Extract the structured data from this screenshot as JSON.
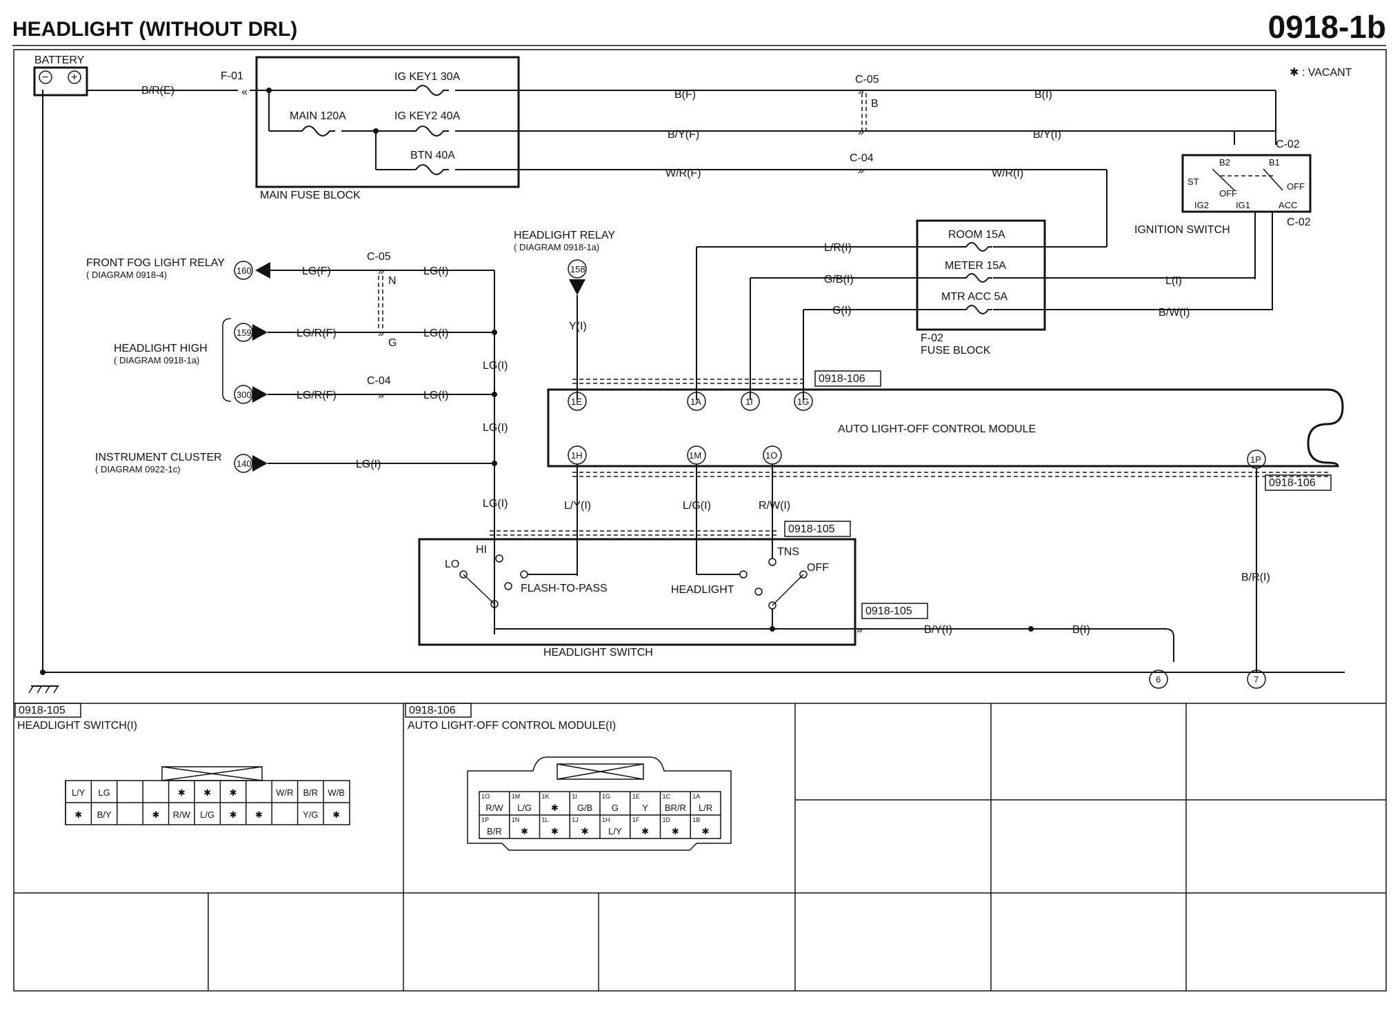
{
  "title": "HEADLIGHT (WITHOUT DRL)",
  "code": "0918-1b",
  "vacant_note": "✱ : VACANT",
  "battery": "BATTERY",
  "main_fuse_block": "MAIN FUSE BLOCK",
  "f01": "F-01",
  "fuses": {
    "igkey1": "IG KEY1 30A",
    "main": "MAIN 120A",
    "igkey2": "IG KEY2 40A",
    "btn": "BTN 40A"
  },
  "wires": {
    "br_e": "B/R(E)",
    "b_f": "B(F)",
    "by_f": "B/Y(F)",
    "wr_f": "W/R(F)",
    "b_i": "B(I)",
    "by_i": "B/Y(I)",
    "wr_i": "W/R(I)",
    "lr_i": "L/R(I)",
    "gb_i": "G/B(I)",
    "g_i": "G(I)",
    "l_i": "L(I)",
    "bw_i": "B/W(I)",
    "lg_f": "LG(F)",
    "lg_i": "LG(I)",
    "lgr_f": "LG/R(F)",
    "y_i": "Y(I)",
    "ly_i": "L/Y(I)",
    "lgg_i": "L/G(I)",
    "rw_i": "R/W(I)",
    "br_i": "B/R(I)",
    "by_i2": "B/Y(I)",
    "b_i2": "B(I)"
  },
  "connectors": {
    "c05": "C-05",
    "c04": "C-04",
    "c02": "C-02",
    "b": "B",
    "n": "N",
    "g": "G"
  },
  "ignition": {
    "label": "IGNITION SWITCH",
    "b2": "B2",
    "b1": "B1",
    "st": "ST",
    "off": "OFF",
    "ig2": "IG2",
    "ig1": "IG1",
    "acc": "ACC"
  },
  "fuse_block2": {
    "room": "ROOM 15A",
    "meter": "METER 15A",
    "mtr": "MTR ACC 5A",
    "id": "F-02",
    "name": "FUSE BLOCK"
  },
  "refs": {
    "fog": "FRONT FOG LIGHT RELAY",
    "fog_d": "( DIAGRAM 0918-4)",
    "high": "HEADLIGHT HIGH",
    "high_d": "( DIAGRAM 0918-1a)",
    "relay": "HEADLIGHT RELAY",
    "relay_d": "( DIAGRAM 0918-1a)",
    "ic": "INSTRUMENT CLUSTER",
    "ic_d": "( DIAGRAM 0922-1c)"
  },
  "nums": {
    "n160": "160",
    "n159": "159",
    "n300": "300",
    "n158": "158",
    "n140": "140",
    "n6": "6",
    "n7": "7"
  },
  "module": {
    "name": "AUTO LIGHT-OFF CONTROL MODULE",
    "c106": "0918-106",
    "pins_top": [
      "1E",
      "1A",
      "1I",
      "1G"
    ],
    "pins_bot": [
      "1H",
      "1M",
      "1O"
    ],
    "pin_p": "1P"
  },
  "hswitch": {
    "name": "HEADLIGHT SWITCH",
    "c105": "0918-105",
    "hi": "HI",
    "lo": "LO",
    "ftp": "FLASH-TO-PASS",
    "hl": "HEADLIGHT",
    "tns": "TNS",
    "off": "OFF"
  },
  "bottom": {
    "c105": "0918-105",
    "hs": "HEADLIGHT SWITCH(I)",
    "c106": "0918-106",
    "alm": "AUTO LIGHT-OFF CONTROL MODULE(I)",
    "hs_top": [
      "L/Y",
      "LG",
      "",
      "✱",
      "✱",
      "✱",
      "",
      "W/R",
      "B/R",
      "W/B"
    ],
    "hs_bot": [
      "✱",
      "B/Y",
      "",
      "✱",
      "R/W",
      "L/G",
      "✱",
      "✱",
      "",
      "Y/G",
      "✱"
    ],
    "alm_top": [
      [
        "1O",
        "R/W"
      ],
      [
        "1M",
        "L/G"
      ],
      [
        "1K",
        "✱"
      ],
      [
        "1I",
        "G/B"
      ],
      [
        "1G",
        "G"
      ],
      [
        "1E",
        "Y"
      ],
      [
        "1C",
        "BR/R"
      ],
      [
        "1A",
        "L/R"
      ]
    ],
    "alm_bot": [
      [
        "1P",
        "B/R"
      ],
      [
        "1N",
        "✱"
      ],
      [
        "1L",
        "✱"
      ],
      [
        "1J",
        "✱"
      ],
      [
        "1H",
        "L/Y"
      ],
      [
        "1F",
        "✱"
      ],
      [
        "1D",
        "✱"
      ],
      [
        "1B",
        "✱"
      ]
    ]
  }
}
